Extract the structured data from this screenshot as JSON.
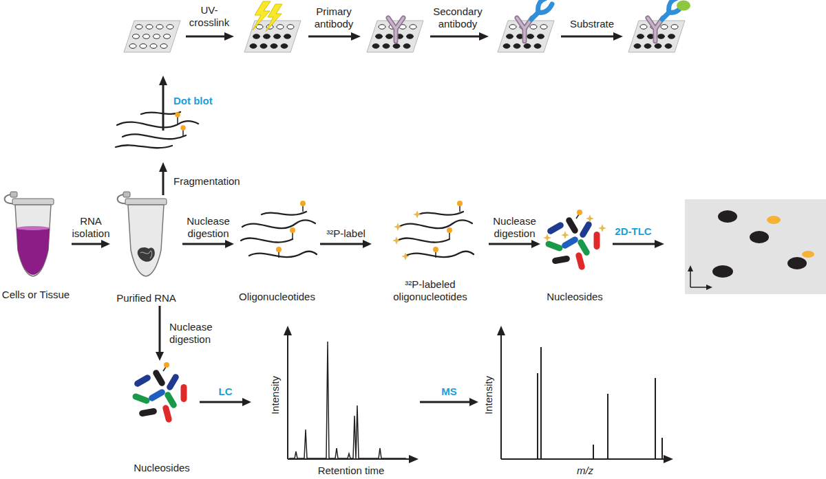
{
  "diagram": {
    "nodes": [
      {
        "text": [
          "Cells or Tissue"
        ]
      },
      {
        "text": [
          "Purified RNA"
        ]
      },
      {
        "text": [
          "Oligonucleotides"
        ]
      },
      {
        "text": [
          "³²P-labeled oligonucleotides"
        ]
      },
      {
        "text": [
          "Nucleosides"
        ]
      },
      {
        "text": [
          "Nucleosides"
        ]
      },
      {
        "text": [
          "Intensity",
          "Retention time"
        ]
      },
      {
        "text": [
          "Intensity",
          "m/z"
        ]
      }
    ],
    "edges": [
      {
        "from": 0,
        "to": 1,
        "arrow": "to",
        "label": "RNA isolation"
      },
      {
        "from": 1,
        "to": 2,
        "arrow": "to",
        "label": "Nuclease digestion"
      },
      {
        "from": 2,
        "to": 3,
        "arrow": "to",
        "label": "³²P-label"
      },
      {
        "from": 3,
        "to": 4,
        "arrow": "to",
        "label": "Nuclease digestion"
      },
      {
        "from": 1,
        "to": 5,
        "arrow": "to",
        "label": "Nuclease digestion"
      },
      {
        "from": 5,
        "to": 6,
        "arrow": "to",
        "label": "LC"
      },
      {
        "from": 6,
        "to": 7,
        "arrow": "to",
        "label": "MS"
      }
    ],
    "labels": [
      "UV-crosslink",
      "Primary antibody",
      "Secondary antibody",
      "Substrate",
      "Dot blot",
      "Fragmentation",
      "2D-TLC"
    ]
  }
}
